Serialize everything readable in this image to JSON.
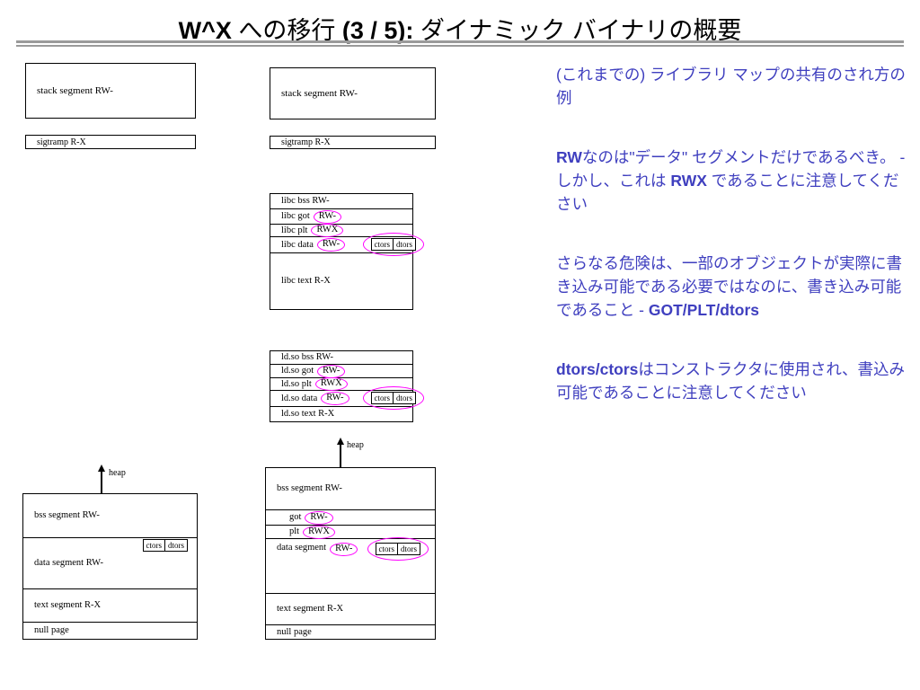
{
  "title": {
    "wx": "W^X",
    "jp1": " への移行 ",
    "num": "(3 / 5):",
    "jp2": " ダイナミック バイナリの概要"
  },
  "colors": {
    "note_text": "#3f3fbf",
    "circle_highlight": "#ff00ff",
    "title_rule": "#9a9a9a"
  },
  "notes": {
    "p1": "(これまでの) ライブラリ マップの共有のされ方の例",
    "p2": {
      "a": "RW",
      "b": "なのは\"データ\" セグメントだけであるべき。 - しかし、これは ",
      "c": "RWX",
      "d": " であることに注意してください"
    },
    "p3": {
      "a": "さらなる危険は、一部のオブジェクトが実際に書き込み可能である必要ではなのに、書き込み可能であること - ",
      "b": "GOT/PLT/dtors"
    },
    "p4": {
      "a": "dtors/ctors",
      "b": "はコンストラクタに使用され、書込み可能であることに注意してください"
    }
  },
  "diagrams": {
    "left_stack_label": "stack segment RW-",
    "left_sigtramp_label": "sigtramp R-X",
    "mid_stack_label": "stack segment RW-",
    "mid_sigtramp_label": "sigtramp R-X",
    "libc": {
      "bss": "libc bss RW-",
      "got": "libc got",
      "got_perm": "RW-",
      "plt": "libc plt",
      "plt_perm": "RWX",
      "data": "libc data",
      "data_perm": "RW-",
      "text": "libc text R-X",
      "ctors": "ctors",
      "dtors": "dtors"
    },
    "ldso": {
      "bss": "ld.so bss RW-",
      "got": "ld.so got",
      "got_perm": "RW-",
      "plt": "ld.so plt",
      "plt_perm": "RWX",
      "data": "ld.so data",
      "data_perm": "RW-",
      "text": "ld.so text R-X",
      "ctors": "ctors",
      "dtors": "dtors"
    },
    "left_process": {
      "heap": "heap",
      "bss": "bss segment RW-",
      "data": "data segment RW-",
      "text": "text segment R-X",
      "null": "null page",
      "ctors": "ctors",
      "dtors": "dtors"
    },
    "mid_process": {
      "heap": "heap",
      "bss": "bss segment RW-",
      "got": "got",
      "got_perm": "RW-",
      "plt": "plt",
      "plt_perm": "RWX",
      "data": "data segment",
      "data_perm": "RW-",
      "text": "text segment R-X",
      "null": "null page",
      "ctors": "ctors",
      "dtors": "dtors"
    }
  }
}
